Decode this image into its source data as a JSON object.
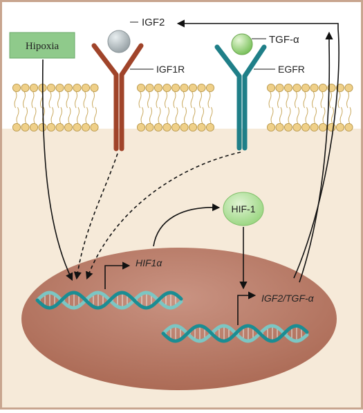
{
  "labels": {
    "hipoxia": "Hipoxia",
    "igf2_ligand": "IGF2",
    "igf1r": "IGF1R",
    "tgf_ligand": "TGF-α",
    "egfr": "EGFR",
    "hif1_protein": "HIF-1",
    "hif1a_gene": "HIF1α",
    "target_genes": "IGF2/TGF-α"
  },
  "colors": {
    "frame": "#c8a58f",
    "cytoplasm": "#f6ead9",
    "hipoxia_box": "#8fca8b",
    "hif1_bubble": "#a8dd93",
    "igf1r": "#a0442a",
    "egfr": "#1f7f88",
    "igf2_ball": "#aeb7bb",
    "tgf_ball": "#8fcf74",
    "nucleus": "#b87763",
    "lipid_head": "#efd089",
    "dna_a": "#1b8d93",
    "dna_b": "#7cc6c3"
  }
}
